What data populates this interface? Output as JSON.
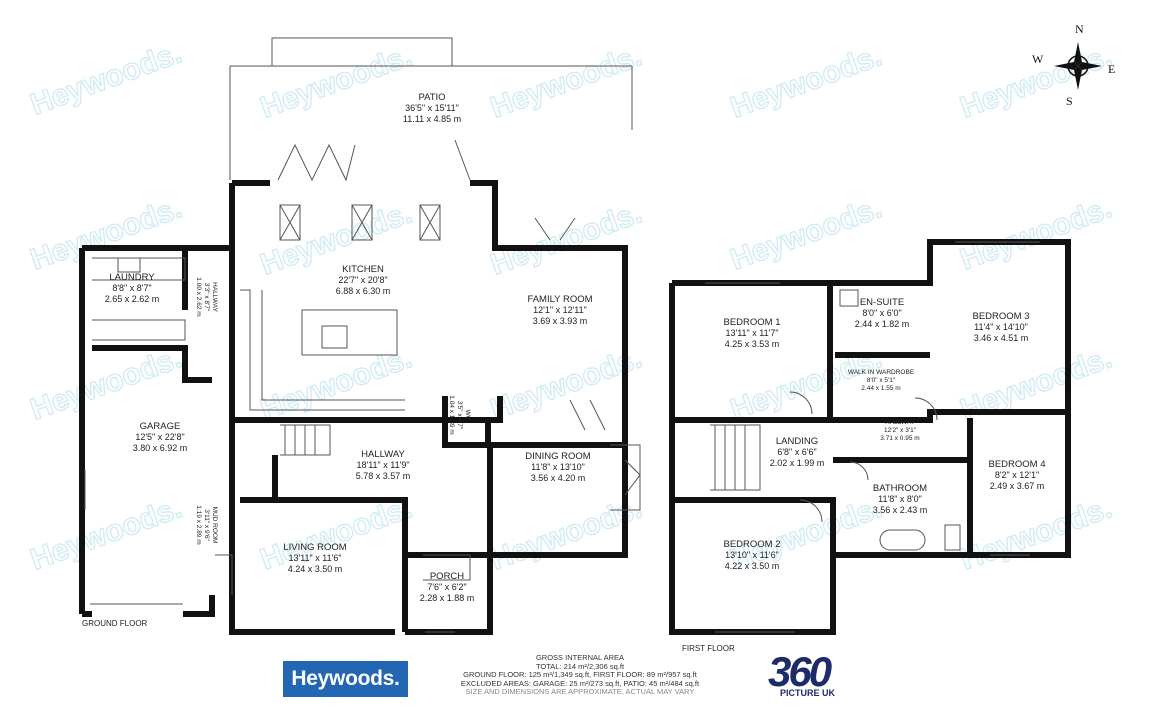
{
  "rooms": [
    {
      "key": "patio",
      "name": "PATIO",
      "imperial": "36'5\" x 15'11\"",
      "metric": "11.11 x 4.85 m"
    },
    {
      "key": "kitchen",
      "name": "KITCHEN",
      "imperial": "22'7\" x 20'8\"",
      "metric": "6.88 x 6.30 m"
    },
    {
      "key": "family",
      "name": "FAMILY ROOM",
      "imperial": "12'1\" x 12'11\"",
      "metric": "3.69 x 3.93 m"
    },
    {
      "key": "laundry",
      "name": "LAUNDRY",
      "imperial": "8'8\" x 8'7\"",
      "metric": "2.65 x 2.62 m"
    },
    {
      "key": "hallway_small",
      "name": "HALLWAY",
      "imperial": "3'3\" x 8'7\"",
      "metric": "1.00 x 2.62 m"
    },
    {
      "key": "garage",
      "name": "GARAGE",
      "imperial": "12'5\" x 22'8\"",
      "metric": "3.80 x 6.92 m"
    },
    {
      "key": "mudroom",
      "name": "MUD ROOM",
      "imperial": "3'11\" x 9'6\"",
      "metric": "1.19 x 2.89 m"
    },
    {
      "key": "wc",
      "name": "WC",
      "imperial": "3'5\" x 4'7\"",
      "metric": "1.04 x 1.39 m"
    },
    {
      "key": "hallway",
      "name": "HALLWAY",
      "imperial": "18'11\" x 11'9\"",
      "metric": "5.78 x 3.57 m"
    },
    {
      "key": "dining",
      "name": "DINING ROOM",
      "imperial": "11'8\" x 13'10\"",
      "metric": "3.56 x 4.20 m"
    },
    {
      "key": "living",
      "name": "LIVING ROOM",
      "imperial": "13'11\" x 11'6\"",
      "metric": "4.24 x 3.50 m"
    },
    {
      "key": "porch",
      "name": "PORCH",
      "imperial": "7'6\" x 6'2\"",
      "metric": "2.28 x 1.88 m"
    },
    {
      "key": "bedroom1",
      "name": "BEDROOM 1",
      "imperial": "13'11\" x 11'7\"",
      "metric": "4.25 x 3.53 m"
    },
    {
      "key": "ensuite",
      "name": "EN-SUITE",
      "imperial": "8'0\" x 6'0\"",
      "metric": "2.44 x 1.82 m"
    },
    {
      "key": "bedroom3",
      "name": "BEDROOM 3",
      "imperial": "11'4\" x 14'10\"",
      "metric": "3.46 x 4.51 m"
    },
    {
      "key": "wardrobe",
      "name": "WALK IN WARDROBE",
      "imperial": "8'0\" x 5'1\"",
      "metric": "2.44 x 1.55 m"
    },
    {
      "key": "landing",
      "name": "LANDING",
      "imperial": "6'8\" x 6'6\"",
      "metric": "2.02 x 1.99 m"
    },
    {
      "key": "hallway_ff",
      "name": "HALLWAY",
      "imperial": "12'2\" x 3'1\"",
      "metric": "3.71 x 0.95 m"
    },
    {
      "key": "bedroom4",
      "name": "BEDROOM 4",
      "imperial": "8'2\" x 12'1\"",
      "metric": "2.49 x 3.67 m"
    },
    {
      "key": "bathroom",
      "name": "BATHROOM",
      "imperial": "11'8\" x 8'0\"",
      "metric": "3.56 x 2.43 m"
    },
    {
      "key": "bedroom2",
      "name": "BEDROOM 2",
      "imperial": "13'10\" x 11'6\"",
      "metric": "4.22 x 3.50 m"
    }
  ],
  "floors": {
    "ground": "GROUND FLOOR",
    "first": "FIRST FLOOR"
  },
  "area_info": {
    "title": "GROSS INTERNAL AREA",
    "total": "TOTAL: 214 m²/2,306 sq.ft",
    "floors": "GROUND FLOOR: 125 m²/1,349 sq.ft, FIRST FLOOR: 89 m²/957 sq.ft",
    "excluded": "EXCLUDED AREAS: GARAGE: 25 m²/273 sq.ft, PATIO: 45 m²/484 sq.ft",
    "disclaimer": "SIZE AND DIMENSIONS ARE APPROXIMATE, ACTUAL MAY VARY"
  },
  "branding": {
    "agent_logo": "Heywoods.",
    "watermark": "Heywoods.",
    "photo_logo_number": "360",
    "photo_logo_sub": "PICTURE UK"
  },
  "compass": {
    "n": "N",
    "e": "E",
    "s": "S",
    "w": "W"
  },
  "colors": {
    "wall": "#111111",
    "watermark": "#c7e7f2",
    "agent_logo_bg": "#2366b4",
    "photo_logo": "#1d2b6b"
  }
}
